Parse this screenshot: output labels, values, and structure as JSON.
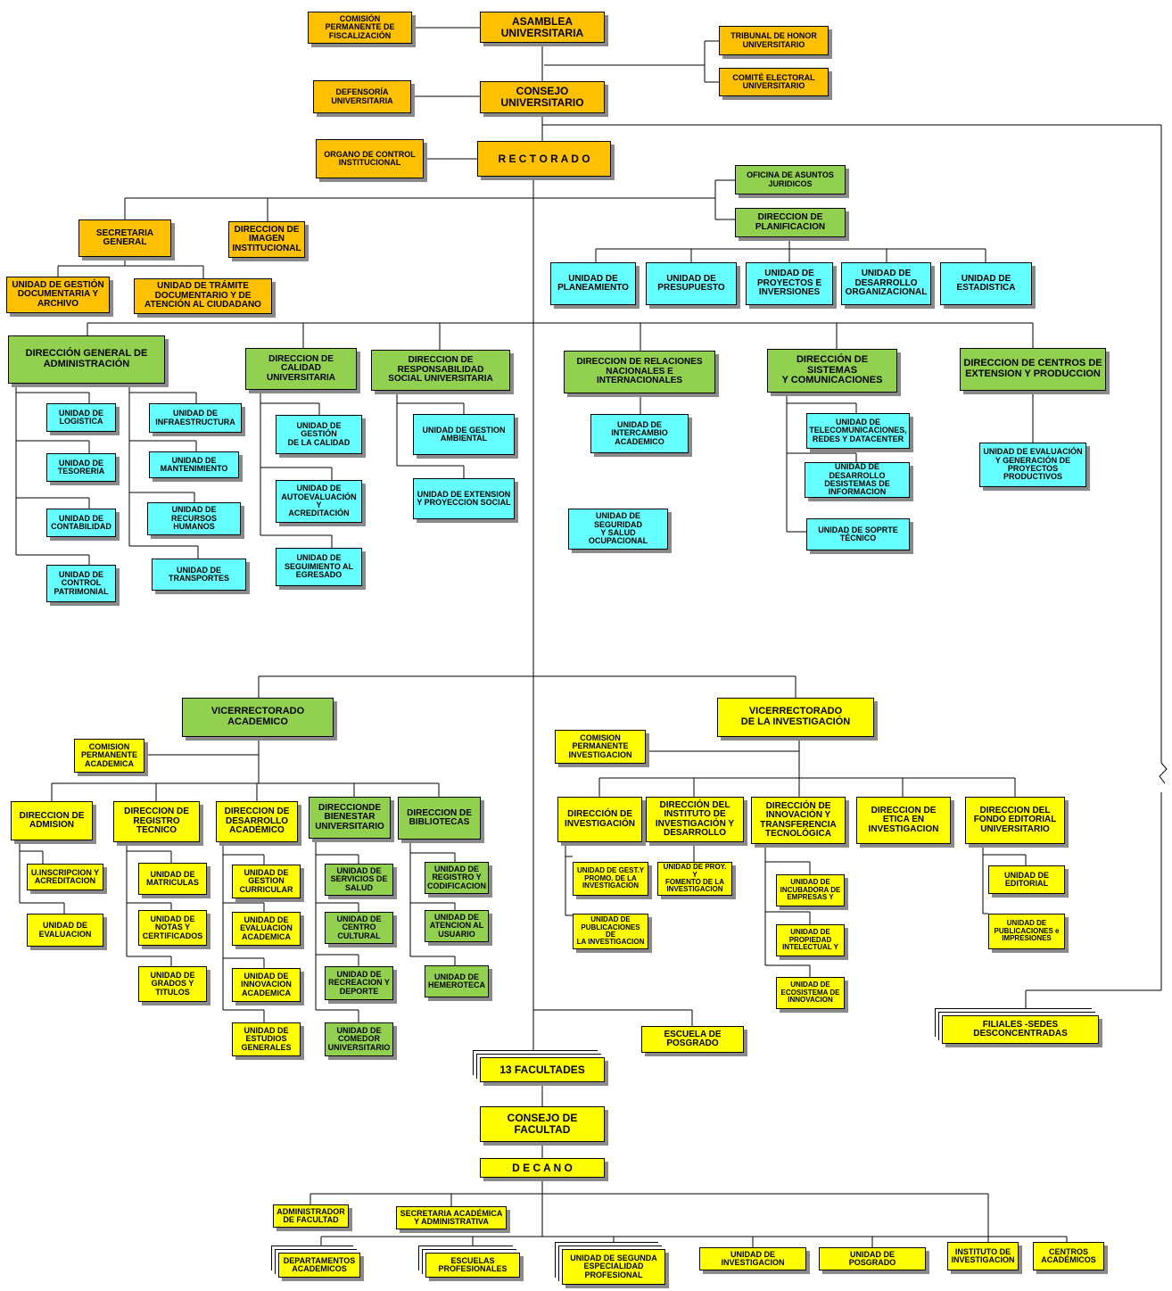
{
  "top": {
    "comision_fiscalizacion": "COMISIÓN\nPERMANENTE DE\nFISCALIZACIÓN",
    "asamblea": "ASAMBLEA\nUNIVERSITARIA",
    "tribunal": "TRIBUNAL DE HONOR\nUNIVERSITARIO",
    "comite_electoral": "COMITÉ ELECTORAL\nUNIVERSITARIO",
    "defensoria": "DEFENSORÍA\nUNIVERSITARIA",
    "consejo": "CONSEJO\nUNIVERSITARIO",
    "oci": "ORGANO DE CONTROL\nINSTITUCIONAL",
    "rectorado": "R E C T O R A D O"
  },
  "rect_staff": {
    "secretaria": "SECRETARIA\nGENERAL",
    "imagen": "DIRECCION DE\nIMAGEN\nINSTITUCIONAL",
    "gestion_doc": "UNIDAD DE GESTIÓN\nDOCUMENTARIA Y\nARCHIVO",
    "tramite_doc": "UNIDAD DE TRÁMITE\nDOCUMENTARIO Y DE\nATENCIÓN AL CIUDADANO",
    "asuntos_juridicos": "OFICINA DE ASUNTOS\nJURIDICOS",
    "planificacion": "DIRECCION DE\nPLANIFICACION",
    "planeamiento": "UNIDAD DE\nPLANEAMIENTO",
    "presupuesto": "UNIDAD DE\nPRESUPUESTO",
    "proyectos": "UNIDAD DE\nPROYECTOS E\nINVERSIONES",
    "desarrollo_org": "UNIDAD DE\nDESARROLLO\nORGANIZACIONAL",
    "estadistica": "UNIDAD DE\nESTADISTICA"
  },
  "direcciones": {
    "dga": "DIRECCIÓN GENERAL DE\nADMINISTRACIÓN",
    "logistica": "UNIDAD DE\nLOGISTICA",
    "tesoreria": "UNIDAD DE\nTESORERIA",
    "contabilidad": "UNIDAD DE\nCONTABILIDAD",
    "control_patrimonial": "UNIDAD DE\nCONTROL\nPATRIMONIAL",
    "infraestructura": "UNIDAD DE\nINFRAESTRUCTURA",
    "mantenimiento": "UNIDAD DE\nMANTENIMIENTO",
    "rrhh": "UNIDAD DE RECURSOS\nHUMANOS",
    "transportes": "UNIDAD DE\nTRANSPORTES",
    "calidad": "DIRECCION DE\nCALIDAD\nUNIVERSITARIA",
    "gestion_calidad": "UNIDAD DE GESTIÓN\nDE LA CALIDAD",
    "autoevaluacion": "UNIDAD DE\nAUTOEVALUACIÓN Y\nACREDITACIÓN",
    "seguimiento_egresado": "UNIDAD DE\nSEGUIMIENTO AL\nEGRESADO",
    "rsu": "DIRECCION DE\nRESPONSABILIDAD\nSOCIAL UNIVERSITARIA",
    "gestion_ambiental": "UNIDAD DE GESTION\nAMBIENTAL",
    "extension_proyeccion": "UNIDAD DE EXTENSION\nY PROYECCION SOCIAL",
    "relaciones": "DIRECCION DE RELACIONES\nNACIONALES E\nINTERNACIONALES",
    "intercambio": "UNIDAD DE\nINTERCAMBIO\nACADEMICO",
    "seguridad": "UNIDAD DE SEGURIDAD\nY SALUD OCUPACIONAL",
    "sistemas": "DIRECCIÓN DE SISTEMAS\nY COMUNICACIONES",
    "telecom": "UNIDAD DE\nTELECOMUNICACIONES,\nREDES Y DATACENTER",
    "desarrollo_sistemas": "UNIDAD DE DESARROLLO\nDESISTEMAS DE\nINFORMACION",
    "soporte": "UNIDAD DE SOPRTE\nTÉCNICO",
    "centros_ext": "DIRECCION DE CENTROS DE\nEXTENSION Y PRODUCCION",
    "evaluacion_proyectos": "UNIDAD DE EVALUACIÓN\nY GENERACIÓN DE\nPROYECTOS\nPRODUCTIVOS"
  },
  "academico": {
    "vicerrectorado": "VICERRECTORADO\nACADEMICO",
    "comision": "COMISION\nPERMANENTE\nACADEMICA",
    "admision": "DIRECCION DE\nADMISION",
    "inscripcion": "U.INSCRIPCION Y\nACREDITACION",
    "evaluacion": "UNIDAD DE\nEVALUACION",
    "registro_tecnico": "DIRECCION DE\nREGISTRO\nTECNICO",
    "matriculas": "UNIDAD DE\nMATRICULAS",
    "notas": "UNIDAD DE\nNOTAS Y\nCERTIFICADOS",
    "grados": "UNIDAD DE\nGRADOS Y\nTITULOS",
    "desarrollo_acad": "DIRECCION DE\nDESARROLLO\nACADÉMICO",
    "gestion_curricular": "UNIDAD DE\nGESTION\nCURRICULAR",
    "evaluacion_acad": "UNIDAD DE\nEVALUACION\nACADEMICA",
    "innovacion_acad": "UNIDAD DE\nINNOVACION\nACADEMICA",
    "estudios_generales": "UNIDAD DE\nESTUDIOS\nGENERALES",
    "bienestar": "DIRECCIONDE\nBIENESTAR\nUNIVERSITARIO",
    "servicios_salud": "UNIDAD DE\nSERVICIOS DE\nSALUD",
    "centro_cultural": "UNIDAD DE\nCENTRO\nCULTURAL",
    "recreacion": "UNIDAD DE\nRECREACION Y\nDEPORTE",
    "comedor": "UNIDAD DE\nCOMEDOR\nUNIVERSITARIO",
    "bibliotecas": "DIRECCION DE\nBIBLIOTECAS",
    "registro_cod": "UNIDAD DE\nREGISTRO Y\nCODIFICACION",
    "atencion_usuario": "UNIDAD DE\nATENCION AL\nUSUARIO",
    "hemeroteca": "UNIDAD DE\nHEMEROTECA"
  },
  "investigacion": {
    "vicerrectorado": "VICERRECTORADO\nDE LA INVESTIGACIÓN",
    "comision": "COMISION\nPERMANENTE\nINVESTIGACION",
    "dir_investigacion": "DIRECCIÓN DE\nINVESTIGACIÓN",
    "gest_promo": "UNIDAD DE GEST.Y\nPROMO. DE LA\nINVESTIGACION",
    "publicaciones_inv": "UNIDAD DE\nPUBLICACIONES DE\nLA INVESTIGACION",
    "instituto": "DIRECCIÓN DEL\nINSTITUTO DE\nINVESTIGACIÓN Y\nDESARROLLO",
    "proy_fomento": "UNIDAD DE PROY. Y\nFOMENTO DE LA\nINVESTIGACION",
    "innovacion_tec": "DIRECCIÓN DE\nINNOVACIÓN Y\nTRANSFERENCIA\nTECNOLÓGICA",
    "incubadora": "UNIDAD DE\nINCUBADORA DE\nEMPRESAS Y",
    "propiedad": "UNIDAD DE\nPROPIEDAD\nINTELECTUAL Y",
    "ecosistema": "UNIDAD DE\nECOSISTEMA DE\nINNOVACION",
    "etica": "DIRECCION DE\nETICA EN\nINVESTIGACION",
    "fondo_editorial": "DIRECCION DEL\nFONDO EDITORIAL\nUNIVERSITARIO",
    "editorial": "UNIDAD DE\nEDITORIAL",
    "publicaciones_imp": "UNIDAD DE\nPUBLICACIONES e\nIMPRESIONES"
  },
  "bottom": {
    "filiales": "FILIALES -SEDES\nDESCONCENTRADAS",
    "posgrado": "ESCUELA DE\nPOSGRADO",
    "facultades": "13 FACULTADES",
    "consejo_facultad": "CONSEJO DE\nFACULTAD",
    "decano": "D E C A N O",
    "administrador": "ADMINISTRADOR\nDE FACULTAD",
    "secretaria_acad": "SECRETARIA ACADÉMICA\nY ADMINISTRATIVA",
    "departamentos": "DEPARTAMENTOS\nACADEMICOS",
    "escuelas": "ESCUELAS\nPROFESIONALES",
    "segunda_esp": "UNIDAD DE SEGUNDA\nESPECIALIDAD\nPROFESIONAL",
    "unidad_investigacion": "UNIDAD DE\nINVESTIGACION",
    "unidad_posgrado": "UNIDAD DE\nPOSGRADO",
    "instituto_inv": "INSTITUTO DE\nINVESTIGACION",
    "centros_acad": "CENTROS\nACADÉMICOS"
  },
  "colors": {
    "orange": "#ffc000",
    "green": "#92d050",
    "cyan": "#66ffff",
    "yellow": "#ffff00",
    "line": "#000000"
  }
}
